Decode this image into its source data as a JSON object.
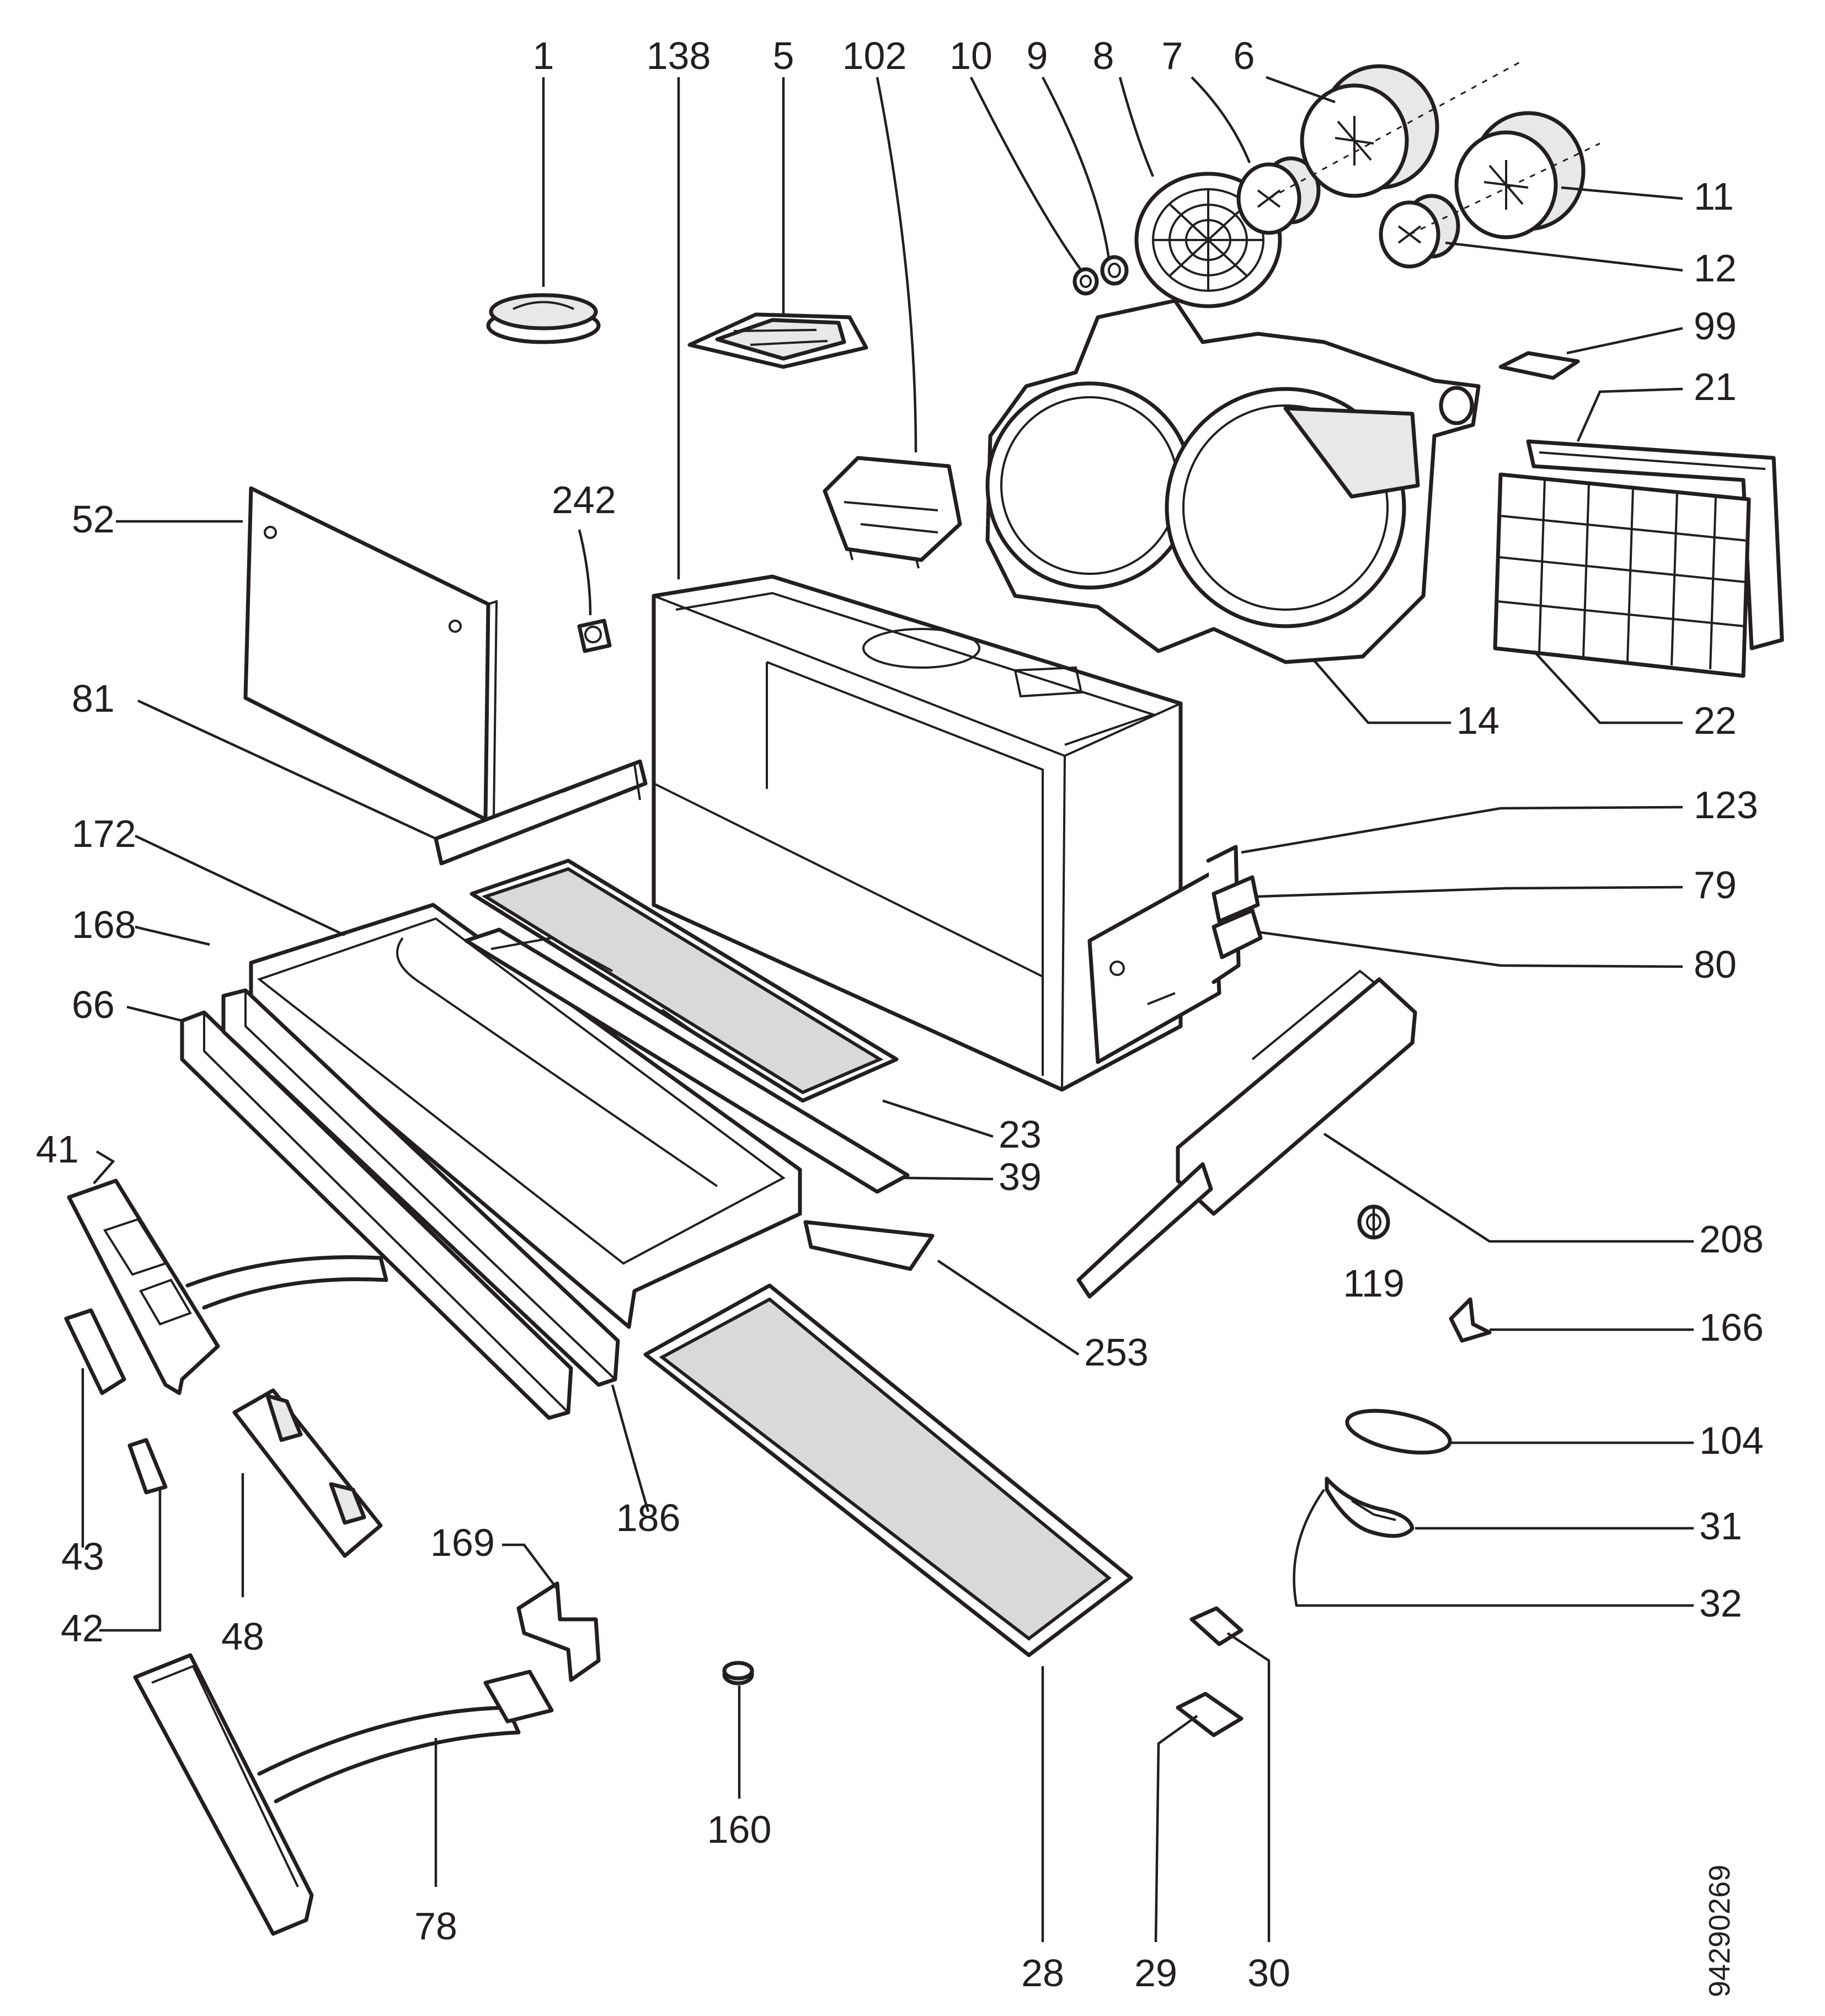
{
  "diagram": {
    "callouts": [
      "1",
      "138",
      "5",
      "102",
      "10",
      "9",
      "8",
      "7",
      "6",
      "11",
      "12",
      "99",
      "21",
      "52",
      "242",
      "81",
      "14",
      "22",
      "123",
      "79",
      "80",
      "172",
      "168",
      "66",
      "23",
      "39",
      "208",
      "41",
      "119",
      "166",
      "253",
      "186",
      "104",
      "31",
      "43",
      "32",
      "42",
      "48",
      "169",
      "160",
      "78",
      "28",
      "29",
      "30"
    ],
    "doc_number": "94290269"
  }
}
